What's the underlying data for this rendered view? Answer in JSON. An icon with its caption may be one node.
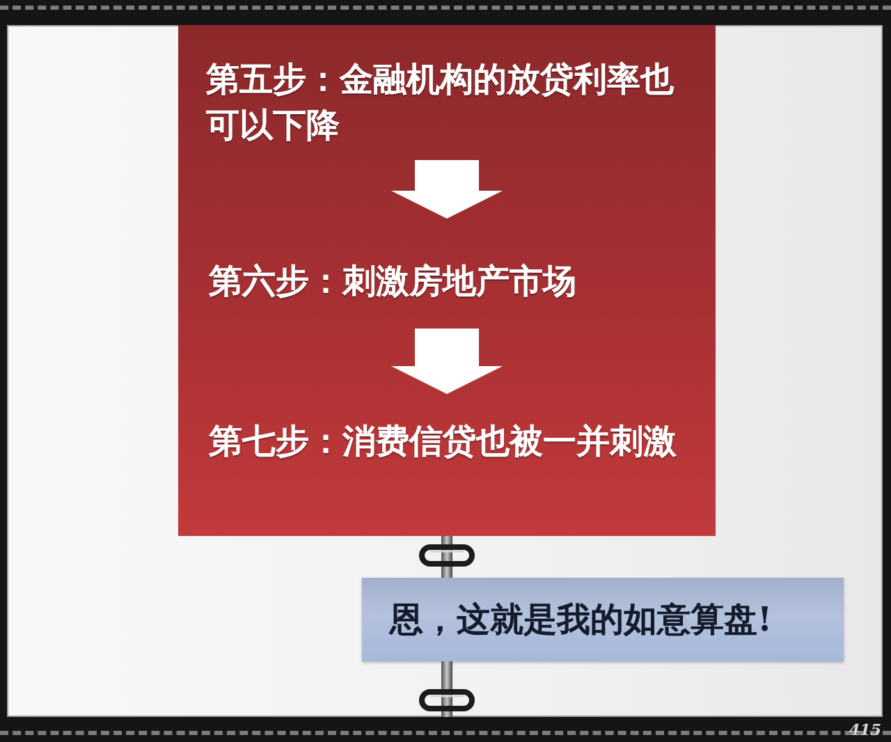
{
  "diagram": {
    "nodes": [
      {
        "text": [],
        "shape": "box"
      },
      {
        "text": [
          "第五步：金融机构的放贷利率也可以下降"
        ],
        "in": 0
      },
      {
        "text": [
          "第六步：刺激房地产市场"
        ],
        "in": 0
      },
      {
        "text": [
          "第七步：消费信贷也被一并刺激"
        ],
        "in": 0
      },
      {
        "text": [
          "恩，这就是我的如意算盘!"
        ]
      }
    ],
    "edges": [
      {
        "from": 1,
        "to": 2,
        "arrow": "to"
      },
      {
        "from": 2,
        "to": 3,
        "arrow": "to"
      }
    ],
    "labels": [
      "415"
    ]
  }
}
